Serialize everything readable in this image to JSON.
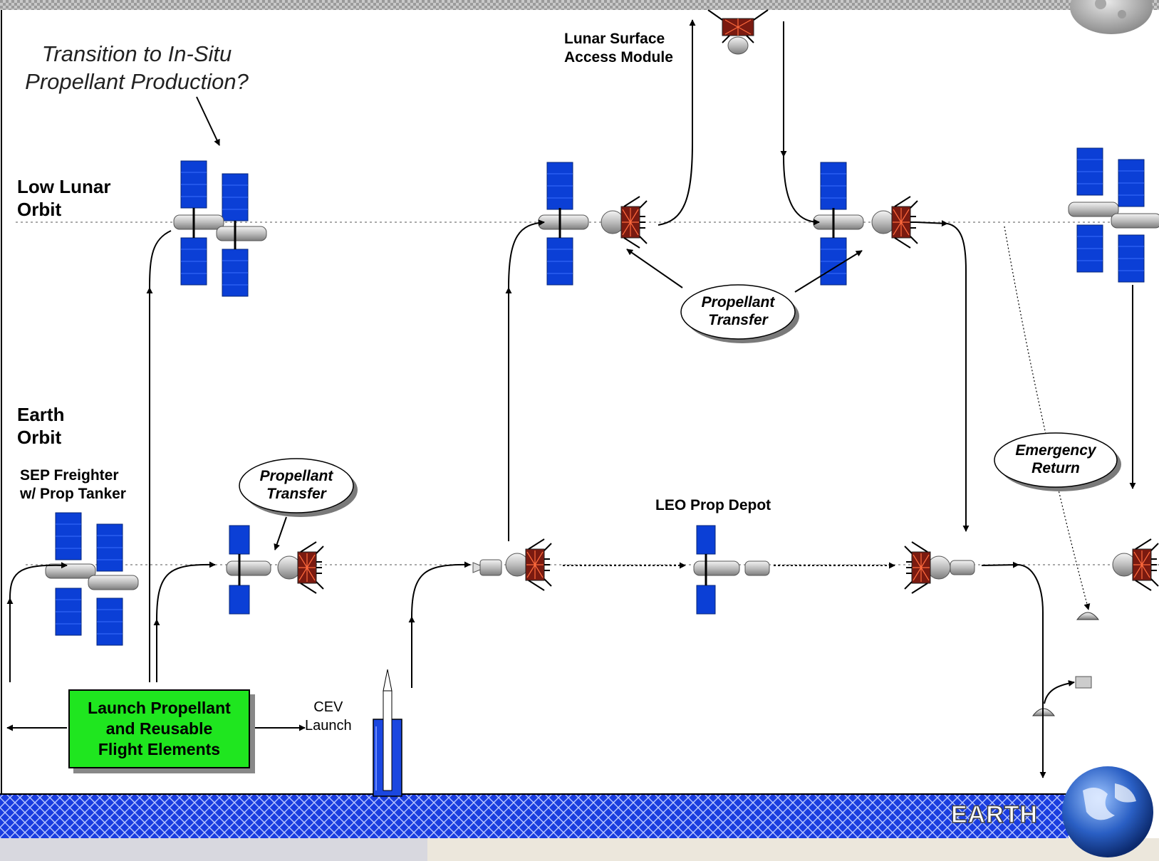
{
  "transition_note": {
    "line1": "Transition to In-Situ",
    "line2": "Propellant Production?"
  },
  "orbits": {
    "low_lunar": {
      "line1": "Low Lunar",
      "line2": "Orbit"
    },
    "earth": {
      "line1": "Earth",
      "line2": "Orbit"
    }
  },
  "lsam": {
    "line1": "Lunar Surface",
    "line2": "Access Module"
  },
  "sep_freighter": {
    "line1": "SEP Freighter",
    "line2": "w/ Prop Tanker"
  },
  "bubbles": {
    "prop_transfer_leo": {
      "line1": "Propellant",
      "line2": "Transfer"
    },
    "prop_transfer_llo": {
      "line1": "Propellant",
      "line2": "Transfer"
    },
    "emergency_return": {
      "line1": "Emergency",
      "line2": "Return"
    }
  },
  "leo_depot": "LEO Prop Depot",
  "launch_box": {
    "line1": "Launch Propellant",
    "line2": "and Reusable",
    "line3": "Flight Elements"
  },
  "cev_launch": {
    "line1": "CEV",
    "line2": "Launch"
  },
  "earth_label": "EARTH",
  "colors": {
    "panel": "#0b3fd6",
    "launch_box": "#1fe61f",
    "earth_band": "#1236d8",
    "lander": "#8b1a10"
  }
}
